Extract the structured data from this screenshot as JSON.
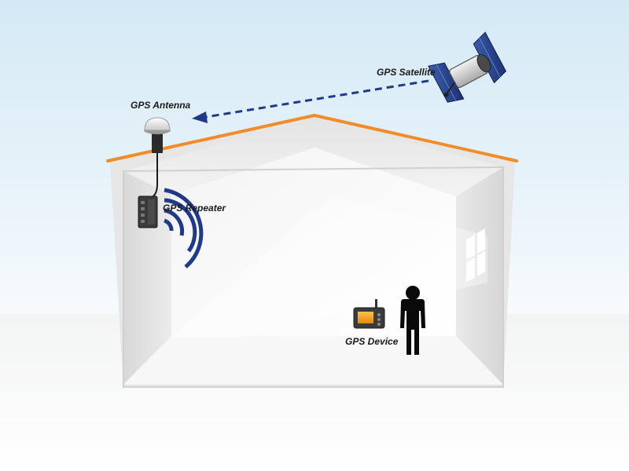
{
  "labels": {
    "satellite": "GPS Satellite",
    "antenna": "GPS Antenna",
    "repeater": "GPS Repeater",
    "device": "GPS Device"
  },
  "colors": {
    "signal_blue": "#1f3a8a",
    "roof_orange": "#f28c28",
    "sky_top": "#d4e9f5",
    "device_screen": "#f0a020"
  },
  "icons": {
    "satellite": "satellite-icon",
    "antenna": "antenna-icon",
    "repeater": "repeater-icon",
    "device": "gps-device-icon",
    "person": "person-icon",
    "window": "window-icon"
  }
}
